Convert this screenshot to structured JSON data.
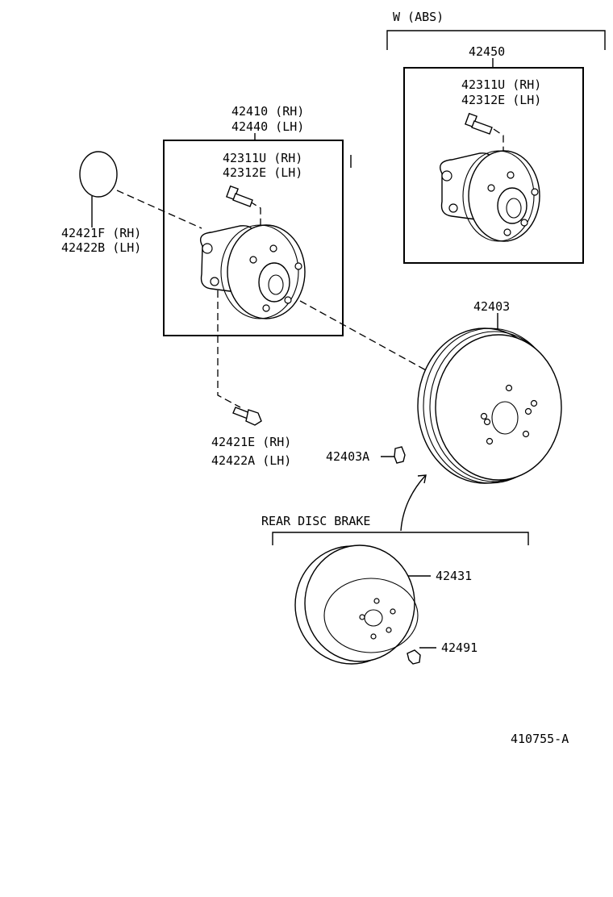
{
  "labels": {
    "w_abs": "W (ABS)",
    "hub_abs": "42450",
    "bolt_abs_rh": "42311U (RH)",
    "bolt_abs_lh": "42312E (LH)",
    "hub_rh": "42410 (RH)",
    "hub_lh": "42440 (LH)",
    "bolt_rh": "42311U (RH)",
    "bolt_lh": "42312E (LH)",
    "cap_rh": "42421F (RH)",
    "cap_lh": "42422B (LH)",
    "drum": "42403",
    "hub_bolt_rh": "42421E (RH)",
    "hub_bolt_lh": "42422A (LH)",
    "clip": "42403A",
    "rear_disc_brake": "REAR DISC BRAKE",
    "disc": "42431",
    "disc_clip": "42491",
    "figure_id": "410755-A"
  }
}
